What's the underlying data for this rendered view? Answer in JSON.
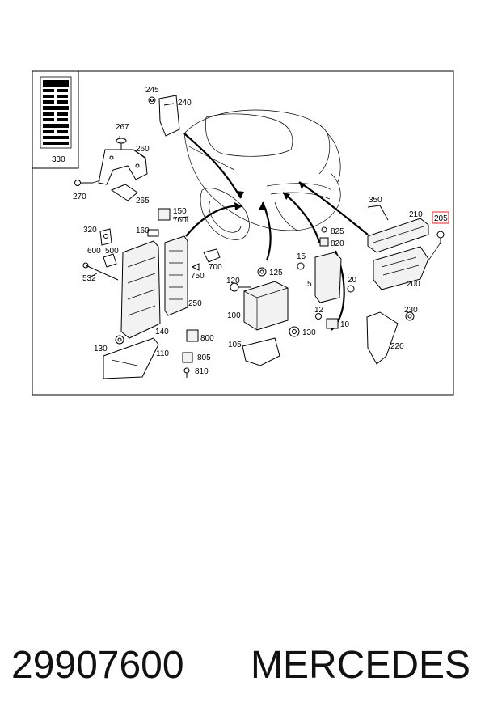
{
  "diagram": {
    "labels": [
      {
        "id": "330",
        "text": "330"
      },
      {
        "id": "245",
        "text": "245"
      },
      {
        "id": "240",
        "text": "240"
      },
      {
        "id": "267",
        "text": "267"
      },
      {
        "id": "260",
        "text": "260"
      },
      {
        "id": "270",
        "text": "270"
      },
      {
        "id": "265",
        "text": "265"
      },
      {
        "id": "150",
        "text": "150"
      },
      {
        "id": "760",
        "text": "760"
      },
      {
        "id": "320",
        "text": "320"
      },
      {
        "id": "160",
        "text": "160"
      },
      {
        "id": "600",
        "text": "600"
      },
      {
        "id": "500",
        "text": "500"
      },
      {
        "id": "700",
        "text": "700"
      },
      {
        "id": "750",
        "text": "750"
      },
      {
        "id": "532",
        "text": "532"
      },
      {
        "id": "250",
        "text": "250"
      },
      {
        "id": "140",
        "text": "140"
      },
      {
        "id": "130a",
        "text": "130"
      },
      {
        "id": "110",
        "text": "110"
      },
      {
        "id": "800",
        "text": "800"
      },
      {
        "id": "805",
        "text": "805"
      },
      {
        "id": "810",
        "text": "810"
      },
      {
        "id": "120",
        "text": "120"
      },
      {
        "id": "125",
        "text": "125"
      },
      {
        "id": "100",
        "text": "100"
      },
      {
        "id": "105",
        "text": "105"
      },
      {
        "id": "130b",
        "text": "130"
      },
      {
        "id": "15",
        "text": "15"
      },
      {
        "id": "825",
        "text": "825"
      },
      {
        "id": "820",
        "text": "820"
      },
      {
        "id": "5",
        "text": "5"
      },
      {
        "id": "20",
        "text": "20"
      },
      {
        "id": "12",
        "text": "12"
      },
      {
        "id": "10",
        "text": "10"
      },
      {
        "id": "350",
        "text": "350"
      },
      {
        "id": "210",
        "text": "210"
      },
      {
        "id": "205",
        "text": "205"
      },
      {
        "id": "200",
        "text": "200"
      },
      {
        "id": "230",
        "text": "230"
      },
      {
        "id": "220",
        "text": "220"
      }
    ],
    "highlight_color": "#e02020"
  },
  "footer": {
    "part_number": "29907600",
    "brand": "MERCEDES"
  }
}
